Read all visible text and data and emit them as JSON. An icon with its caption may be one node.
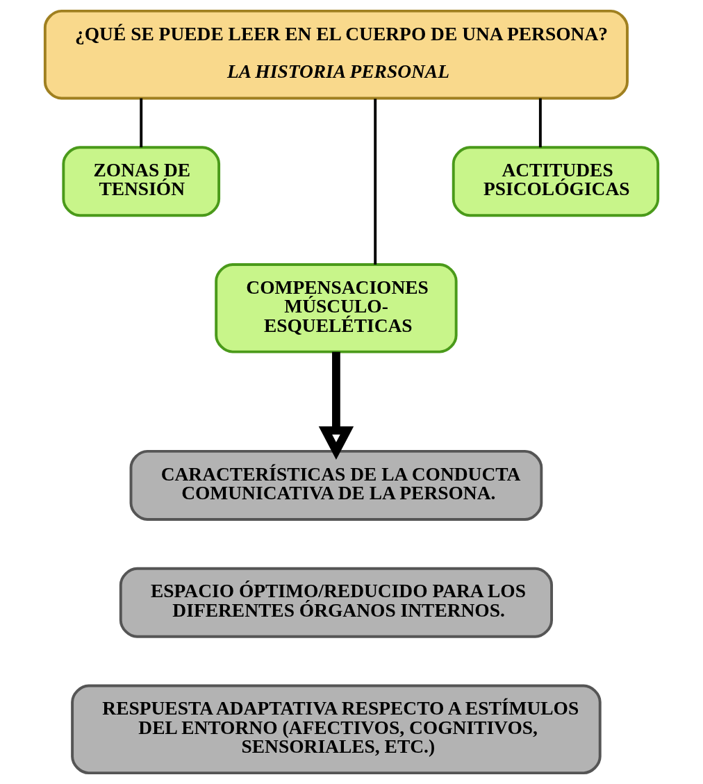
{
  "diagram": {
    "nodes": [
      {
        "text": [
          "¿QUÉ SE PUEDE LEER EN EL CUERPO DE UNA PERSONA?",
          "LA HISTORIA PERSONAL"
        ]
      },
      {
        "text": [
          "ZONAS DE TENSIÓN"
        ]
      },
      {
        "text": [
          "COMPENSACIONES MÚSCULO-ESQUELÉTICAS"
        ]
      },
      {
        "text": [
          "ACTITUDES PSICOLÓGICAS"
        ]
      },
      {
        "text": [
          "CARACTERÍSTICAS DE LA CONDUCTA COMUNICATIVA DE LA PERSONA."
        ]
      },
      {
        "text": [
          "ESPACIO ÓPTIMO/REDUCIDO PARA LOS DIFERENTES ÓRGANOS INTERNOS."
        ]
      },
      {
        "text": [
          "RESPUESTA ADAPTATIVA RESPECTO A ESTÍMULOS DEL ENTORNO (AFECTIVOS, COGNITIVOS, SENSORIALES, ETC.)"
        ]
      }
    ],
    "edges": [
      {
        "from": 0,
        "to": 1,
        "arrow": "none"
      },
      {
        "from": 0,
        "to": 2,
        "arrow": "none"
      },
      {
        "from": 0,
        "to": 3,
        "arrow": "none"
      },
      {
        "from": 2,
        "to": 4,
        "arrow": "to",
        "style": "thick"
      }
    ]
  }
}
